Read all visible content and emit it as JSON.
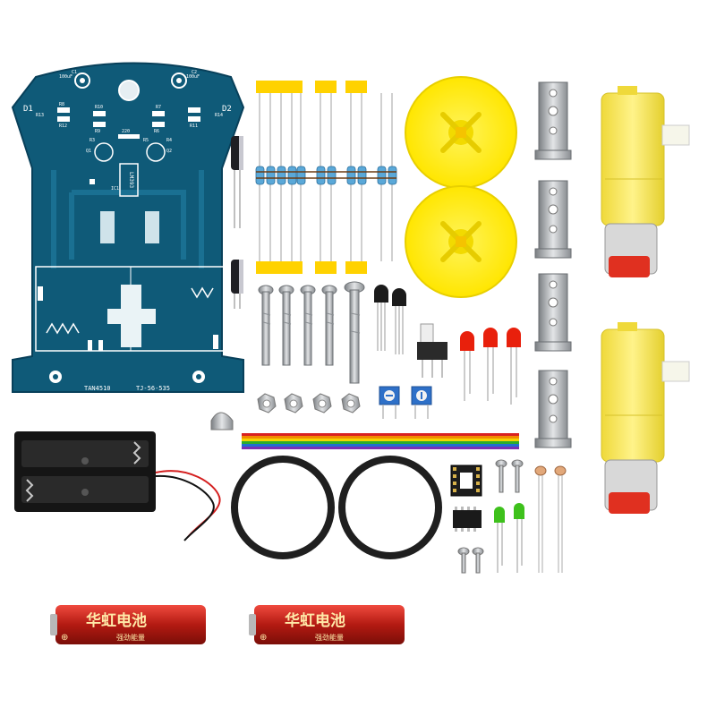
{
  "pcb": {
    "label_ic": "LM393",
    "label_model": "TJ-56-535",
    "label_code": "TAN4510",
    "cap_label_left": "100uF",
    "cap_label_right": "100uF",
    "res_labels": [
      "R8",
      "R12",
      "R7",
      "R11",
      "R10",
      "R9",
      "R6",
      "R5",
      "R3",
      "R4",
      "220",
      "R13",
      "R14"
    ],
    "ref_labels": [
      "D1",
      "D2",
      "C1",
      "C2",
      "Q1",
      "Q2",
      "IC1"
    ]
  },
  "batteries": [
    {
      "brand_text": "华虹电池",
      "sub_text": "强劲能量"
    },
    {
      "brand_text": "华虹电池",
      "sub_text": "强劲能量"
    }
  ],
  "colors": {
    "pcb_blue": "#0f5a78",
    "wheel_yellow": "#fff200",
    "motor_yellow": "#f7e84a",
    "battery_red": "#b5231c",
    "led_red": "#e8200c",
    "led_green": "#3ec11c"
  }
}
